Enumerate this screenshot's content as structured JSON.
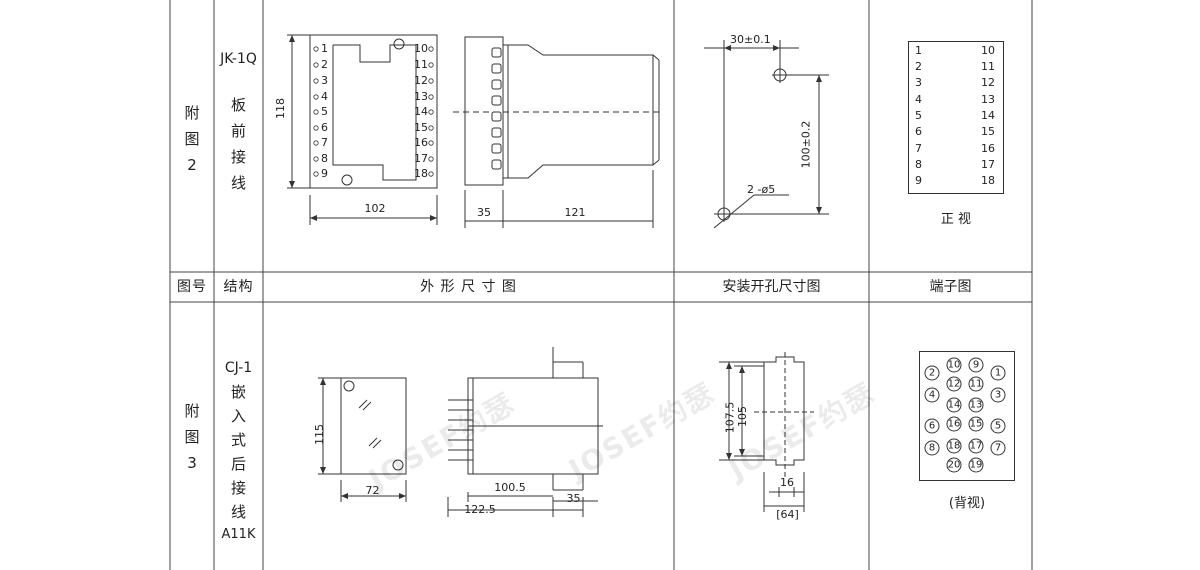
{
  "header": {
    "fig_no": "图号",
    "structure": "结构",
    "outline": "外 形 尺 寸 图",
    "mounting": "安装开孔尺寸图",
    "terminal": "端子图"
  },
  "row1": {
    "fig_label": [
      "附",
      "图",
      "2"
    ],
    "model": "JK-1Q",
    "structure": [
      "板",
      "前",
      "接",
      "线"
    ],
    "outline": {
      "left_pins": [
        "1",
        "2",
        "3",
        "4",
        "5",
        "6",
        "7",
        "8",
        "9"
      ],
      "right_pins": [
        "10",
        "11",
        "12",
        "13",
        "14",
        "15",
        "16",
        "17",
        "18"
      ],
      "dim_height": "118",
      "dim_width": "102",
      "dim_side_a": "35",
      "dim_side_b": "121"
    },
    "mounting": {
      "dim_spacing_x": "30±0.1",
      "dim_spacing_y": "100±0.2",
      "hole_note": "2 -ø5"
    },
    "terminal": {
      "left": [
        "1",
        "2",
        "3",
        "4",
        "5",
        "6",
        "7",
        "8",
        "9"
      ],
      "right": [
        "10",
        "11",
        "12",
        "13",
        "14",
        "15",
        "16",
        "17",
        "18"
      ],
      "caption": "正 视"
    }
  },
  "row2": {
    "fig_label": [
      "附",
      "图",
      "3"
    ],
    "model": "CJ-1",
    "structure": [
      "嵌",
      "入",
      "式",
      "后",
      "接",
      "线"
    ],
    "suffix": "A11K",
    "outline": {
      "dim_height": "115",
      "dim_width": "72",
      "dim_body": "100.5",
      "dim_total": "122.5",
      "dim_depth": "35"
    },
    "mounting": {
      "dim_outer": "107.5",
      "dim_inner": "105",
      "dim_width": "16",
      "dim_total": "[64]"
    },
    "terminal": {
      "rows": [
        [
          "2",
          "10",
          "9",
          "1"
        ],
        [
          "12",
          "11"
        ],
        [
          "4",
          "",
          "",
          "3"
        ],
        [
          "14",
          "13"
        ],
        [
          "6",
          "16",
          "15",
          "5"
        ],
        [
          "8",
          "18",
          "17",
          "7"
        ],
        [
          "20",
          "19"
        ]
      ],
      "caption": "(背视)"
    }
  },
  "watermark": "JOSEF约瑟"
}
